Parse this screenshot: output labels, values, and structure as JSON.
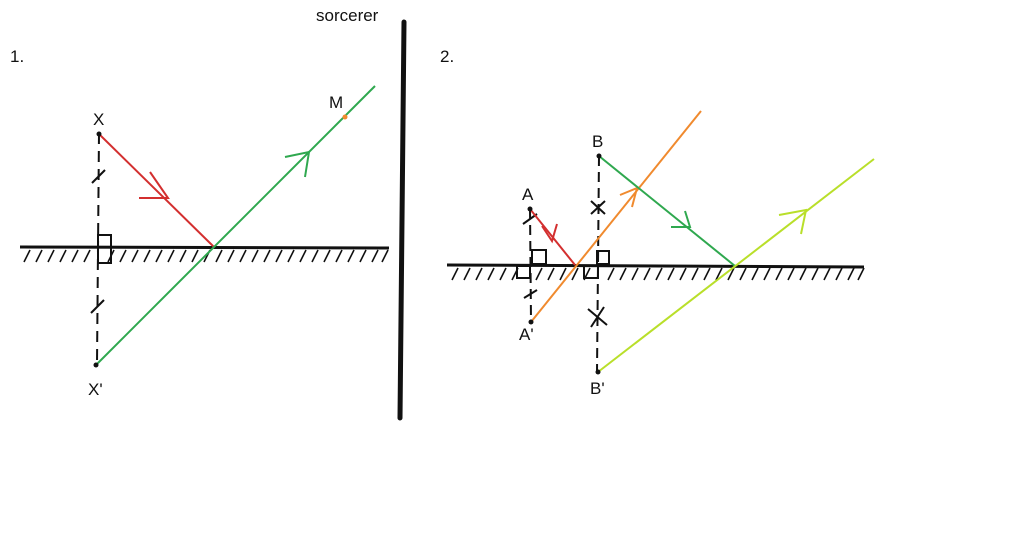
{
  "header": {
    "label": "sorcerer"
  },
  "panel1": {
    "number": "1.",
    "points": {
      "object": "X",
      "image": "X'",
      "observer": "M"
    }
  },
  "panel2": {
    "number": "2.",
    "points": {
      "object_a": "A",
      "image_a": "A'",
      "object_b": "B",
      "image_b": "B'"
    }
  },
  "colors": {
    "ink": "#111111",
    "incident_red": "#d32f2f",
    "reflected_green": "#2fa84f",
    "ray_orange": "#f08a2e",
    "ray_lime": "#b9df2a"
  }
}
